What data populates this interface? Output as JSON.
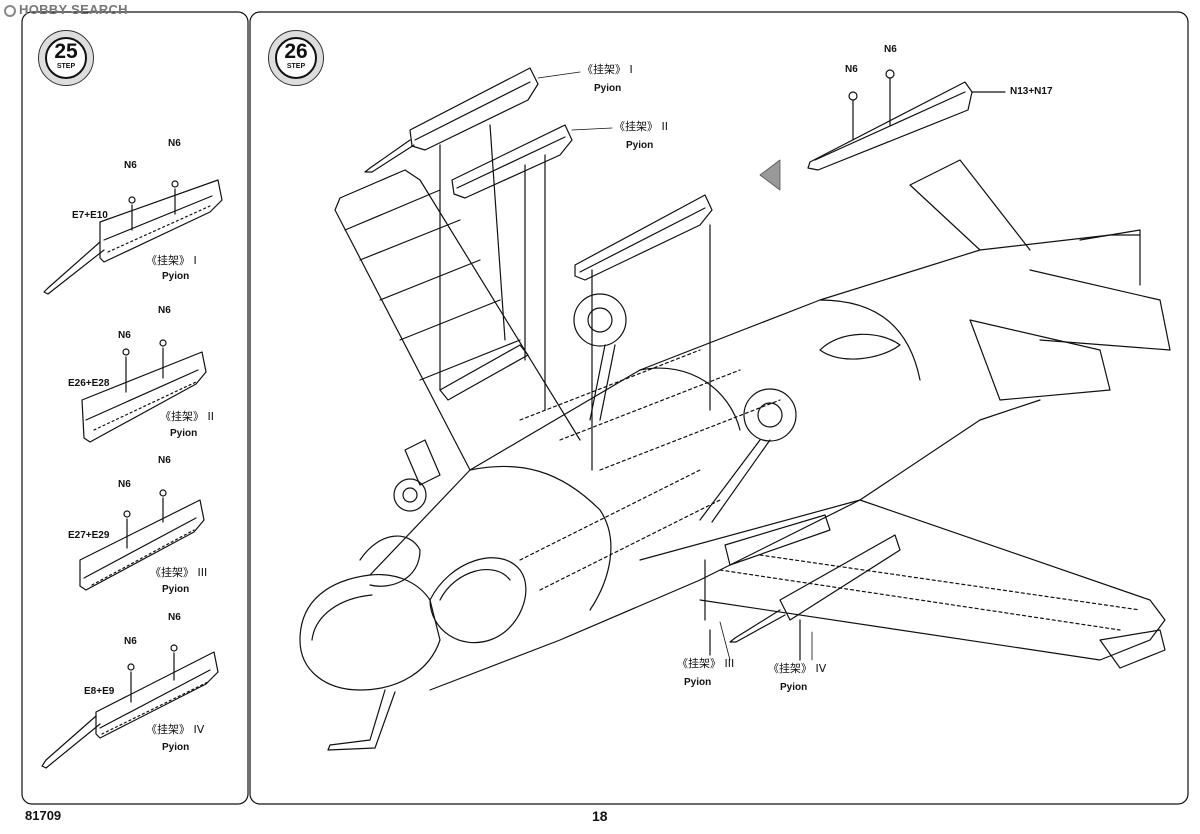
{
  "watermark": {
    "text": "HOBBY SEARCH"
  },
  "footer": {
    "kit_code": "81709",
    "page_number": "18"
  },
  "step25": {
    "number": "25",
    "label": "STEP",
    "groups": [
      {
        "n_left": "N6",
        "n_right": "N6",
        "parts": "E7+E10",
        "pylon_cn": "《挂架》 I",
        "pylon_en": "Pyion"
      },
      {
        "n_left": "N6",
        "n_right": "N6",
        "parts": "E26+E28",
        "pylon_cn": "《挂架》 II",
        "pylon_en": "Pyion"
      },
      {
        "n_left": "N6",
        "n_right": "N6",
        "parts": "E27+E29",
        "pylon_cn": "《挂架》 III",
        "pylon_en": "Pyion"
      },
      {
        "n_left": "N6",
        "n_right": "N6",
        "parts": "E8+E9",
        "pylon_cn": "《挂架》 IV",
        "pylon_en": "Pyion"
      }
    ]
  },
  "step26": {
    "number": "26",
    "label": "STEP",
    "callouts": {
      "pylon1_cn": "《挂架》 I",
      "pylon1_en": "Pyion",
      "pylon2_cn": "《挂架》 II",
      "pylon2_en": "Pyion",
      "pylon3_cn": "《挂架》 III",
      "pylon3_en": "Pyion",
      "pylon4_cn": "《挂架》 IV",
      "pylon4_en": "Pyion",
      "n6_a": "N6",
      "n6_b": "N6",
      "tank_parts": "N13+N17"
    }
  }
}
